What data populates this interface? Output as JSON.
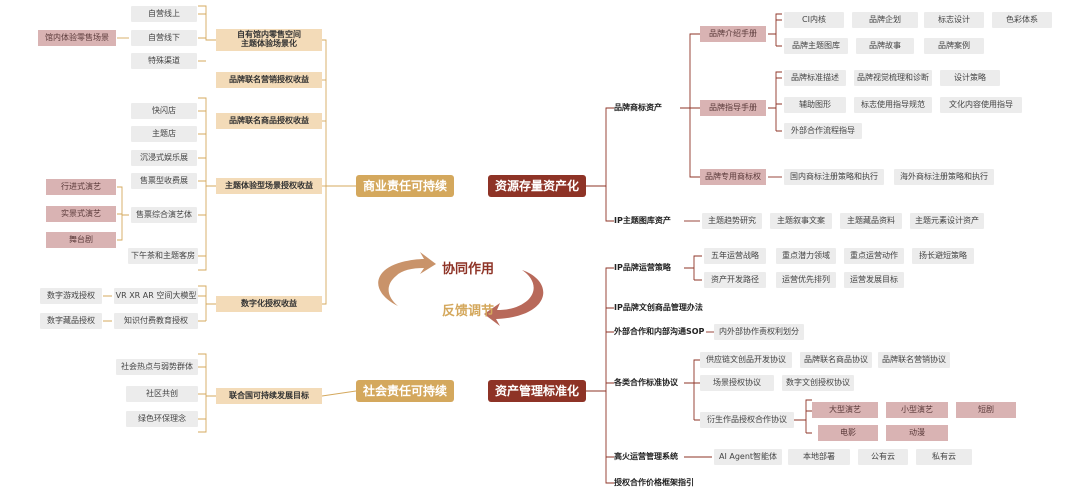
{
  "center": {
    "synergy": "协同作用",
    "feedback": "反馈调节"
  },
  "left_main": {
    "commerce": "商业责任可持续",
    "social": "社会责任可持续"
  },
  "right_main": {
    "asset": "资源存量资产化",
    "mgmt": "资产管理标准化"
  },
  "left": {
    "retail_label": "自有馆内零售空间\n主题体验场景化",
    "retail_items": [
      "自营线上",
      "自营线下",
      "特殊渠道"
    ],
    "retail_sub": "馆内体验零售场景",
    "brand_joint": "品牌联名营销授权收益",
    "product_joint": "品牌联名商品授权收益",
    "scene_label": "主题体验型场景授权收益",
    "scene_items": [
      "快闪店",
      "主题店",
      "沉浸式娱乐展",
      "售票型收费展",
      "售票综合演艺体",
      "下午茶和主题客房"
    ],
    "scene_sub": [
      "行进式演艺",
      "实景式演艺",
      "舞台剧"
    ],
    "digital_label": "数字化授权收益",
    "digital_items": [
      "VR XR AR 空间大模型",
      "知识付费教育授权"
    ],
    "digital_sub": [
      "数字游戏授权",
      "数字藏品授权"
    ],
    "social_label": "联合国可持续发展目标",
    "social_items": [
      "社会热点与弱势群体",
      "社区共创",
      "绿色环保理念"
    ]
  },
  "right": {
    "brand_asset": "品牌商标资产",
    "brand_intro": "品牌介绍手册",
    "brand_intro_items": [
      "CI内核",
      "品牌企划",
      "标志设计",
      "色彩体系",
      "品牌主题图库",
      "品牌故事",
      "品牌案例"
    ],
    "brand_guide": "品牌指导手册",
    "brand_guide_items": [
      "品牌标准描述",
      "品牌视觉梳理和诊断",
      "设计策略",
      "辅助图形",
      "标志使用指导规范",
      "文化内容使用指导",
      "外部合作流程指导"
    ],
    "brand_tm": "品牌专用商标权",
    "brand_tm_items": [
      "国内商标注册策略和执行",
      "海外商标注册策略和执行"
    ],
    "ip_lib": "IP主题图库资产",
    "ip_lib_items": [
      "主题趋势研究",
      "主题叙事文案",
      "主题藏品资料",
      "主题元素设计资产"
    ],
    "ip_strategy": "IP品牌运营策略",
    "ip_strategy_items": [
      "五年运营战略",
      "重点潜力领域",
      "重点运营动作",
      "扬长避短策略",
      "资产开发路径",
      "运营优先排列",
      "运营发展目标"
    ],
    "ip_method": "IP品牌文创商品管理办法",
    "sop": "外部合作和内部沟通SOP",
    "sop_item": "内外部协作责权利划分",
    "contracts": "各类合作标准协议",
    "contract_items": [
      "供应链文创品开发协议",
      "品牌联名商品协议",
      "品牌联名营销协议",
      "场景授权协议",
      "数字文创授权协议",
      "衍生作品授权合作协议"
    ],
    "contract_sub": [
      "大型演艺",
      "小型演艺",
      "短剧",
      "电影",
      "动漫"
    ],
    "system": "高火运营管理系统",
    "system_items": [
      "AI Agent智能体",
      "本地部署",
      "公有云",
      "私有云"
    ],
    "pricing": "授权合作价格框架指引"
  },
  "colors": {
    "gold": "#d4a85d",
    "red": "#8e3326",
    "beige": "#f3dbb8",
    "leaf": "#ececec",
    "pink": "#d9b3b3",
    "line": "#8e3326",
    "gold_line": "#d4a85d"
  }
}
